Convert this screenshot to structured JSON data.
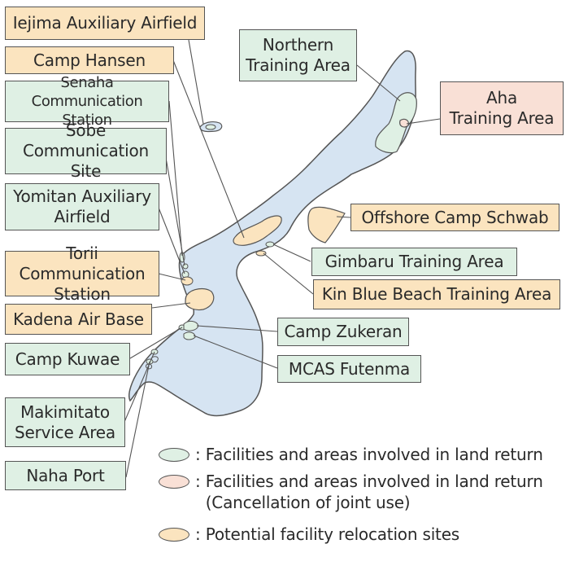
{
  "colors": {
    "land": "#d6e4f2",
    "land_return": "#dff0e4",
    "joint_use": "#f9e0d6",
    "relocation": "#fbe4bf",
    "border": "#555555"
  },
  "labels": {
    "iejima": "Iejima Auxiliary Airfield",
    "hansen": "Camp Hansen",
    "senaha": "Senaha\nCommunication Station",
    "sobe": "Sobe Communication\nSite",
    "yomitan": "Yomitan Auxiliary\nAirfield",
    "torii": "Torii Communication\nStation",
    "kadena": "Kadena Air Base",
    "kuwae": "Camp Kuwae",
    "makimitato": "Makimitato\nService Area",
    "naha": "Naha Port",
    "northern": "Northern\nTraining Area",
    "aha": "Aha\nTraining Area",
    "schwab": "Offshore Camp Schwab",
    "gimbaru": "Gimbaru Training Area",
    "kin": "Kin Blue Beach Training Area",
    "zukeran": "Camp Zukeran",
    "futenma": "MCAS Futenma"
  },
  "legend": {
    "land_return": "Facilities and areas involved in land return",
    "joint_use": "Facilities and areas involved in land return\n(Cancellation of joint use)",
    "relocation": "Potential facility relocation sites"
  }
}
